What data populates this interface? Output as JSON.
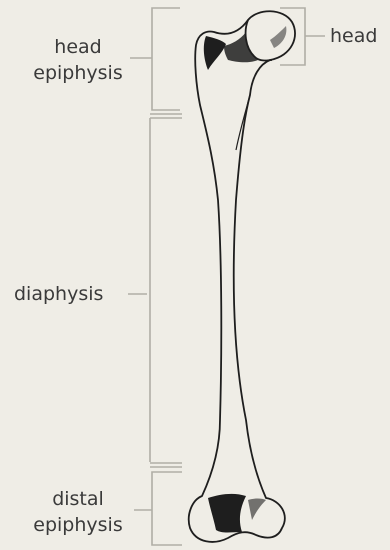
{
  "labels": {
    "head_epiphysis": [
      "head",
      "epiphysis"
    ],
    "head": "head",
    "diaphysis": "diaphysis",
    "distal_epiphysis": [
      "distal",
      "epiphysis"
    ]
  },
  "colors": {
    "background": "#efede6",
    "bone_outline": "#1e1e1e",
    "bracket": "#b0aea6",
    "text": "#3a3a3a"
  }
}
